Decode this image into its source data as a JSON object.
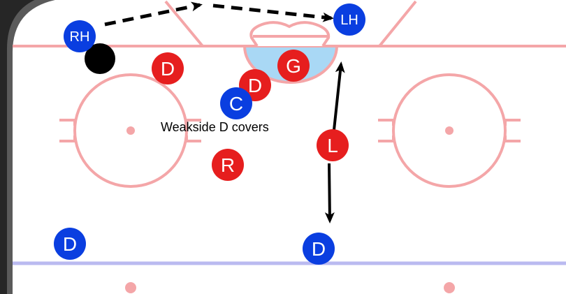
{
  "annotation": "Weakside D covers",
  "players": [
    {
      "label": "RH",
      "team": "blue"
    },
    {
      "label": "LH",
      "team": "blue"
    },
    {
      "label": "D",
      "team": "red"
    },
    {
      "label": "G",
      "team": "red"
    },
    {
      "label": "D",
      "team": "red"
    },
    {
      "label": "C",
      "team": "blue"
    },
    {
      "label": "L",
      "team": "red"
    },
    {
      "label": "R",
      "team": "red"
    },
    {
      "label": "D",
      "team": "blue"
    },
    {
      "label": "D",
      "team": "blue"
    }
  ],
  "colors": {
    "blue": "#0a3ee0",
    "red": "#e61e1e",
    "lines": "#f4a6a8",
    "blue_line": "#babaf0",
    "crease": "#a9d8f5"
  }
}
